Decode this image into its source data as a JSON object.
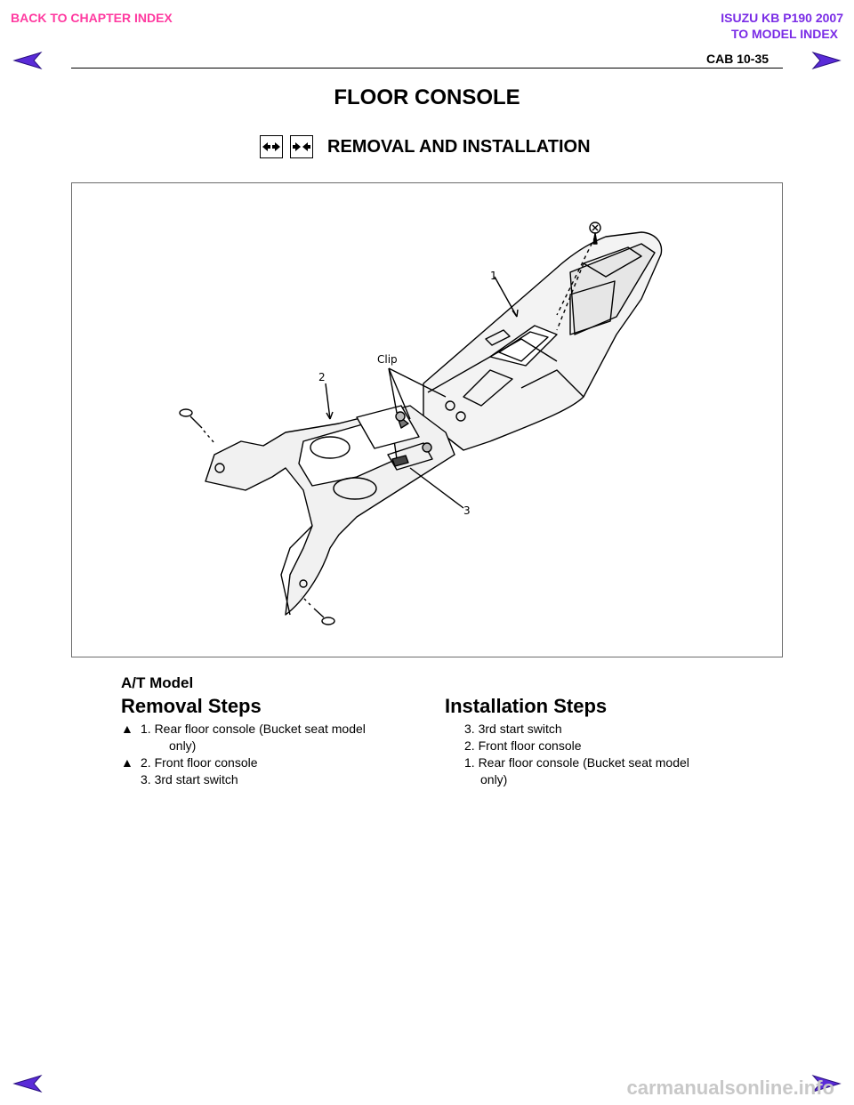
{
  "header": {
    "back_chapter": "BACK TO CHAPTER INDEX",
    "model_title": "ISUZU KB P190 2007",
    "model_index": "TO MODEL INDEX",
    "page_ref": "CAB  10-35"
  },
  "title": "FLOOR CONSOLE",
  "subtitle": "REMOVAL AND INSTALLATION",
  "figure": {
    "callouts": [
      "1",
      "2",
      "3",
      "Clip"
    ]
  },
  "model": "A/T Model",
  "removal": {
    "heading": "Removal Steps",
    "steps": [
      {
        "marker": "▲",
        "line1": "1. Rear floor console (Bucket seat model",
        "line2": "only)"
      },
      {
        "marker": "▲",
        "line1": "2. Front floor console"
      },
      {
        "marker": "",
        "line1": "3. 3rd start switch"
      }
    ]
  },
  "installation": {
    "heading": "Installation Steps",
    "steps": [
      {
        "line1": "3. 3rd start switch"
      },
      {
        "line1": "2. Front floor console"
      },
      {
        "line1": "1. Rear floor console (Bucket seat model",
        "line2": "only)"
      }
    ]
  },
  "footer": {
    "watermark": "carmanualsonline.info"
  },
  "colors": {
    "back_link": "#ff3aa0",
    "model_link": "#7a2ce6",
    "nav_arrow": "#5a2bd8"
  }
}
